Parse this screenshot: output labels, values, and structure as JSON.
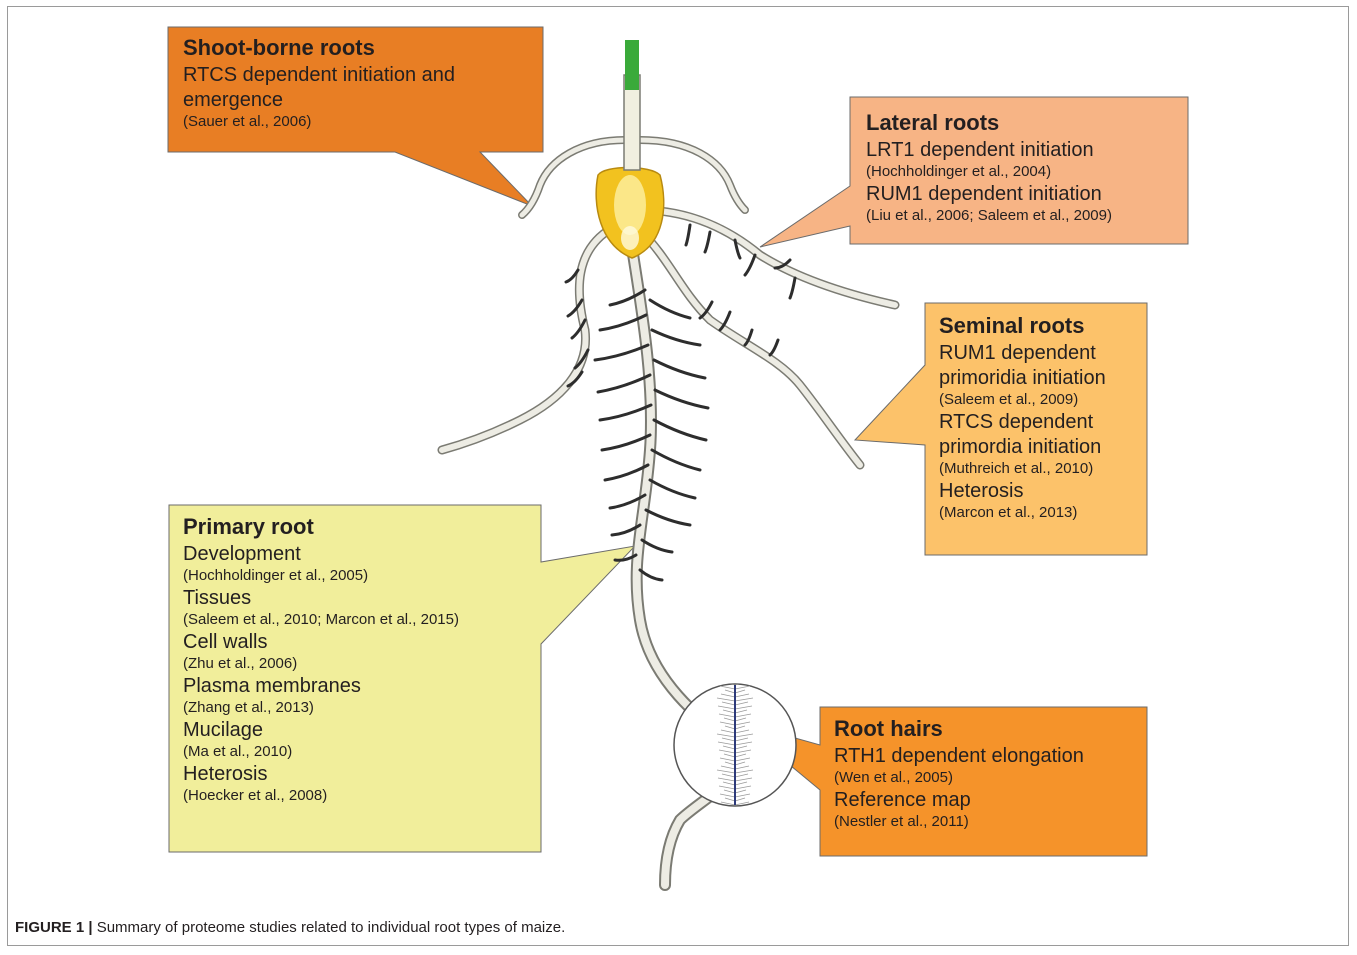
{
  "callouts": {
    "shoot_borne": {
      "title": "Shoot-borne roots",
      "lines": [
        {
          "text": "RTCS dependent initiation and",
          "kind": "l"
        },
        {
          "text": "emergence",
          "kind": "l"
        },
        {
          "text": "(Sauer et al., 2006)",
          "kind": "r"
        }
      ],
      "fill": "#e87e24"
    },
    "lateral": {
      "title": "Lateral roots",
      "lines": [
        {
          "text": "LRT1 dependent initiation",
          "kind": "l"
        },
        {
          "text": "(Hochholdinger et al., 2004)",
          "kind": "r"
        },
        {
          "text": "RUM1 dependent initiation",
          "kind": "l"
        },
        {
          "text": "(Liu et al., 2006; Saleem et al., 2009)",
          "kind": "r"
        }
      ],
      "fill": "#f7b485"
    },
    "seminal": {
      "title": "Seminal roots",
      "lines": [
        {
          "text": "RUM1 dependent",
          "kind": "l"
        },
        {
          "text": "primoridia initiation",
          "kind": "l"
        },
        {
          "text": "(Saleem et al., 2009)",
          "kind": "r"
        },
        {
          "text": "RTCS dependent",
          "kind": "l"
        },
        {
          "text": "primordia initiation",
          "kind": "l"
        },
        {
          "text": "(Muthreich et al., 2010)",
          "kind": "r"
        },
        {
          "text": "Heterosis",
          "kind": "l"
        },
        {
          "text": "(Marcon et al., 2013)",
          "kind": "r"
        }
      ],
      "fill": "#fcc26a"
    },
    "primary": {
      "title": "Primary root",
      "lines": [
        {
          "text": "Development",
          "kind": "l"
        },
        {
          "text": "(Hochholdinger et al., 2005)",
          "kind": "r"
        },
        {
          "text": "Tissues",
          "kind": "l"
        },
        {
          "text": "(Saleem et al., 2010; Marcon et al., 2015)",
          "kind": "r"
        },
        {
          "text": "Cell walls",
          "kind": "l"
        },
        {
          "text": "(Zhu et al., 2006)",
          "kind": "r"
        },
        {
          "text": "Plasma membranes",
          "kind": "l"
        },
        {
          "text": "(Zhang et al., 2013)",
          "kind": "r"
        },
        {
          "text": "Mucilage",
          "kind": "l"
        },
        {
          "text": "(Ma et al., 2010)",
          "kind": "r"
        },
        {
          "text": "Heterosis",
          "kind": "l"
        },
        {
          "text": "(Hoecker et al., 2008)",
          "kind": "r"
        }
      ],
      "fill": "#f1ee9b"
    },
    "root_hairs": {
      "title": "Root hairs",
      "lines": [
        {
          "text": "RTH1 dependent elongation",
          "kind": "l"
        },
        {
          "text": "(Wen et al., 2005)",
          "kind": "r"
        },
        {
          "text": "Reference map",
          "kind": "l"
        },
        {
          "text": "(Nestler et al., 2011)",
          "kind": "r"
        }
      ],
      "fill": "#f5932a"
    }
  },
  "colors": {
    "root_fill": "#edece4",
    "root_stroke": "#7b7b73",
    "lateral_root": "#2d2d2d",
    "kernel": "#f2c21f",
    "shoot_green": "#3aaa3a",
    "outline": "#6b6b6b"
  },
  "caption": {
    "label": "FIGURE 1 |",
    "text": " Summary of proteome studies related to individual root types of maize."
  }
}
